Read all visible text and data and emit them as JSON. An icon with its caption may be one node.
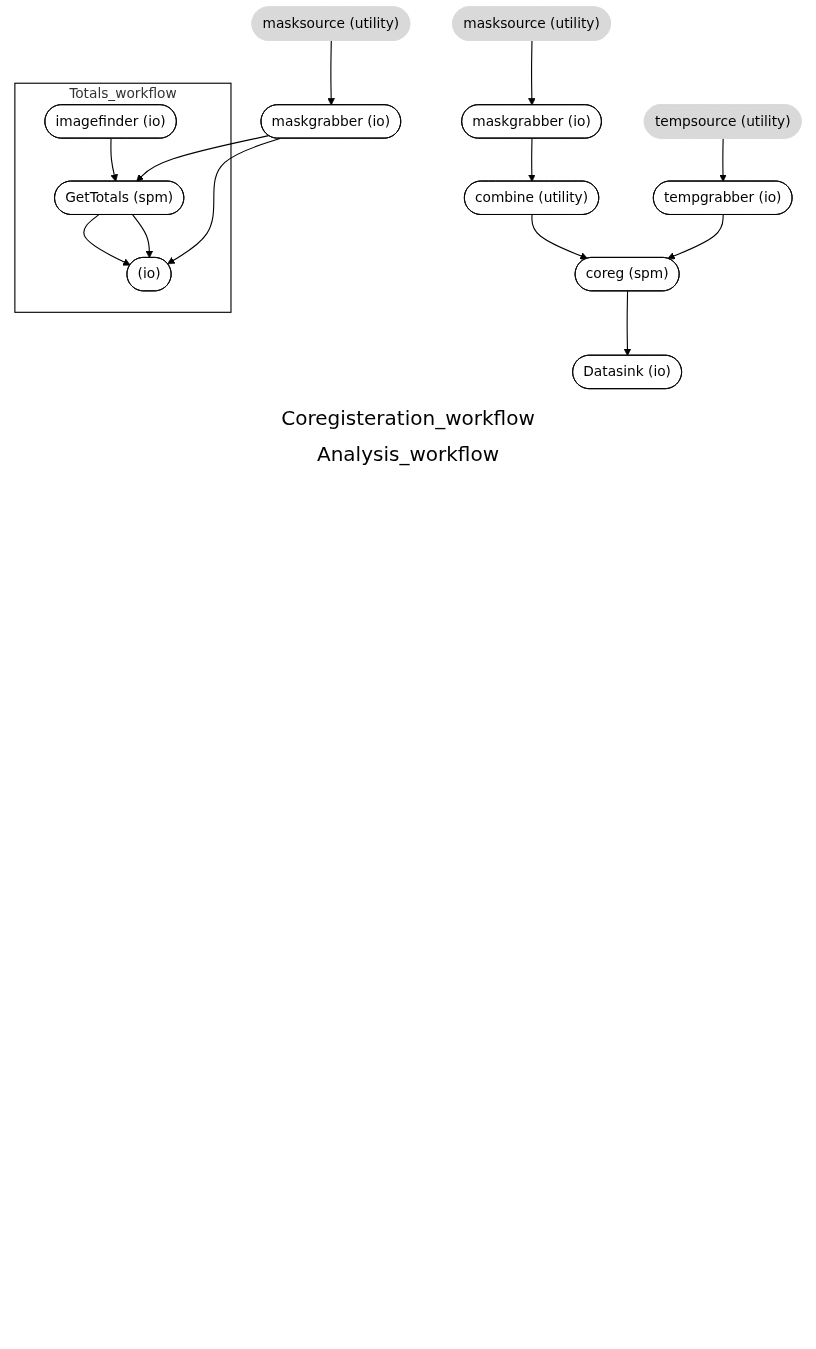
{
  "diagram": {
    "nodes": [
      {
        "text": [
          "masksource (utility)"
        ]
      },
      {
        "text": [
          "maskgrabber (io)"
        ]
      },
      {
        "text": [
          "tempsource (utility)"
        ]
      },
      {
        "text": [
          "combine (utility)"
        ]
      },
      {
        "text": [
          "tempgrabber (io)"
        ]
      },
      {
        "text": [
          "coreg (spm)"
        ]
      },
      {
        "text": [
          "Datasink (io)"
        ]
      },
      {
        "text": [
          "masksource (utility)"
        ]
      },
      {
        "text": [
          "Totals_workflow"
        ]
      },
      {
        "text": [
          "imagefinder (io)"
        ],
        "in": 8
      },
      {
        "text": [
          "maskgrabber (io)"
        ]
      },
      {
        "text": [
          "GetTotals (spm)"
        ],
        "in": 8
      },
      {
        "text": [
          "(io)"
        ],
        "in": 8
      }
    ],
    "edges": [
      {
        "from": 0,
        "to": 1,
        "arrow": "to"
      },
      {
        "from": 1,
        "to": 3,
        "arrow": "to"
      },
      {
        "from": 2,
        "to": 4,
        "arrow": "to"
      },
      {
        "from": 3,
        "to": 5,
        "arrow": "to"
      },
      {
        "from": 4,
        "to": 5,
        "arrow": "to"
      },
      {
        "from": 5,
        "to": 6,
        "arrow": "to"
      },
      {
        "from": 7,
        "to": 10,
        "arrow": "to"
      },
      {
        "from": 9,
        "to": 11,
        "arrow": "to"
      },
      {
        "from": 10,
        "to": 11,
        "arrow": "to"
      },
      {
        "from": 11,
        "to": 12,
        "arrow": "to"
      },
      {
        "from": 11,
        "to": 12,
        "arrow": "to"
      },
      {
        "from": 10,
        "to": 12,
        "arrow": "to"
      }
    ],
    "labels": [
      "Coregisteration_workflow",
      "Analysis_workflow"
    ]
  }
}
